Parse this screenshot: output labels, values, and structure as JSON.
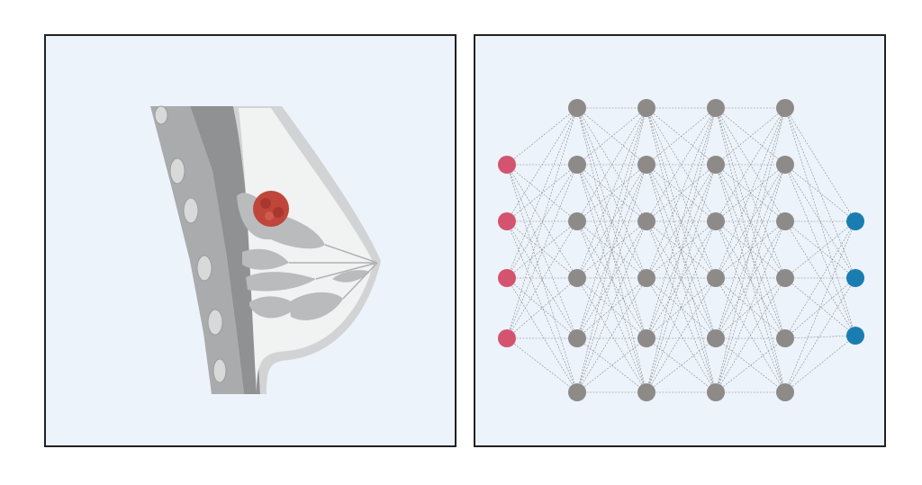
{
  "colors": {
    "panel_background": "#edf3fb",
    "panel_border": "#222222",
    "tumor": "#c0453a",
    "tissue_gray": "#b9bbbd",
    "input_node": "#d4536f",
    "hidden_node": "#8d8a88",
    "output_node": "#1a7db2",
    "edge": "#8a8a8a"
  },
  "left_panel": {
    "illustration": "breast-cross-section-with-tumor"
  },
  "right_panel": {
    "illustration": "fully-connected-neural-network",
    "layer_sizes": [
      4,
      6,
      6,
      6,
      6,
      3
    ]
  }
}
